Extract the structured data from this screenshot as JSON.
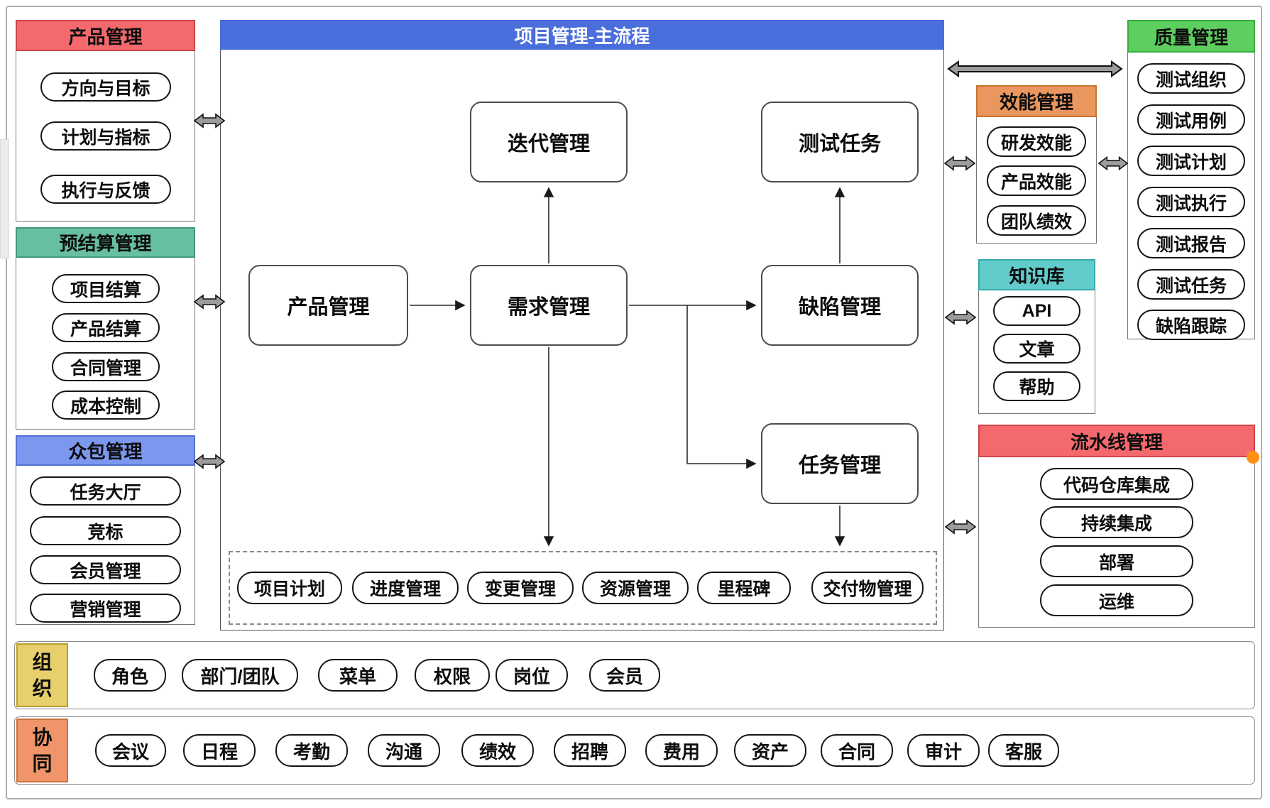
{
  "left_panels": [
    {
      "title": "产品管理",
      "items": [
        "方向与目标",
        "计划与指标",
        "执行与反馈"
      ]
    },
    {
      "title": "预结算管理",
      "items": [
        "项目结算",
        "产品结算",
        "合同管理",
        "成本控制"
      ]
    },
    {
      "title": "众包管理",
      "items": [
        "任务大厅",
        "竞标",
        "会员管理",
        "营销管理"
      ]
    }
  ],
  "main_flow": {
    "title": "项目管理-主流程",
    "nodes": {
      "iteration": "迭代管理",
      "test_task": "测试任务",
      "product": "产品管理",
      "requirement": "需求管理",
      "defect": "缺陷管理",
      "task": "任务管理"
    },
    "sub_items": [
      "项目计划",
      "进度管理",
      "变更管理",
      "资源管理",
      "里程碑",
      "交付物管理"
    ]
  },
  "right_panels": {
    "efficiency": {
      "title": "效能管理",
      "items": [
        "研发效能",
        "产品效能",
        "团队绩效"
      ]
    },
    "knowledge": {
      "title": "知识库",
      "items": [
        "API",
        "文章",
        "帮助"
      ]
    },
    "pipeline": {
      "title": "流水线管理",
      "items": [
        "代码仓库集成",
        "持续集成",
        "部署",
        "运维"
      ]
    },
    "quality": {
      "title": "质量管理",
      "items": [
        "测试组织",
        "测试用例",
        "测试计划",
        "测试执行",
        "测试报告",
        "测试任务",
        "缺陷跟踪"
      ]
    }
  },
  "bottom_rows": [
    {
      "title": "组织",
      "items": [
        "角色",
        "部门/团队",
        "菜单",
        "权限",
        "岗位",
        "会员"
      ]
    },
    {
      "title": "协同",
      "items": [
        "会议",
        "日程",
        "考勤",
        "沟通",
        "绩效",
        "招聘",
        "费用",
        "资产",
        "合同",
        "审计",
        "客服"
      ]
    }
  ],
  "colors": {
    "red_header": "#f4696d",
    "red_border": "#cb4548",
    "teal_header": "#67bfa1",
    "teal_border": "#3f9a7d",
    "blue_header": "#7b97ee",
    "blue_border": "#5472d3",
    "main_blue": "#4a6edc",
    "orange_header": "#e9965f",
    "orange_border": "#c9732f",
    "cyan_header": "#62cbcb",
    "cyan_border": "#35a9a9",
    "green_header": "#5ece60",
    "green_border": "#35ad3a",
    "yellow_header": "#e7cf6d",
    "yellow_border": "#ba9f2f",
    "collab_header": "#ef9569",
    "collab_border": "#cd6f3d",
    "handle_orange": "#ff9015",
    "arrow_gray": "#9c9c9c"
  }
}
